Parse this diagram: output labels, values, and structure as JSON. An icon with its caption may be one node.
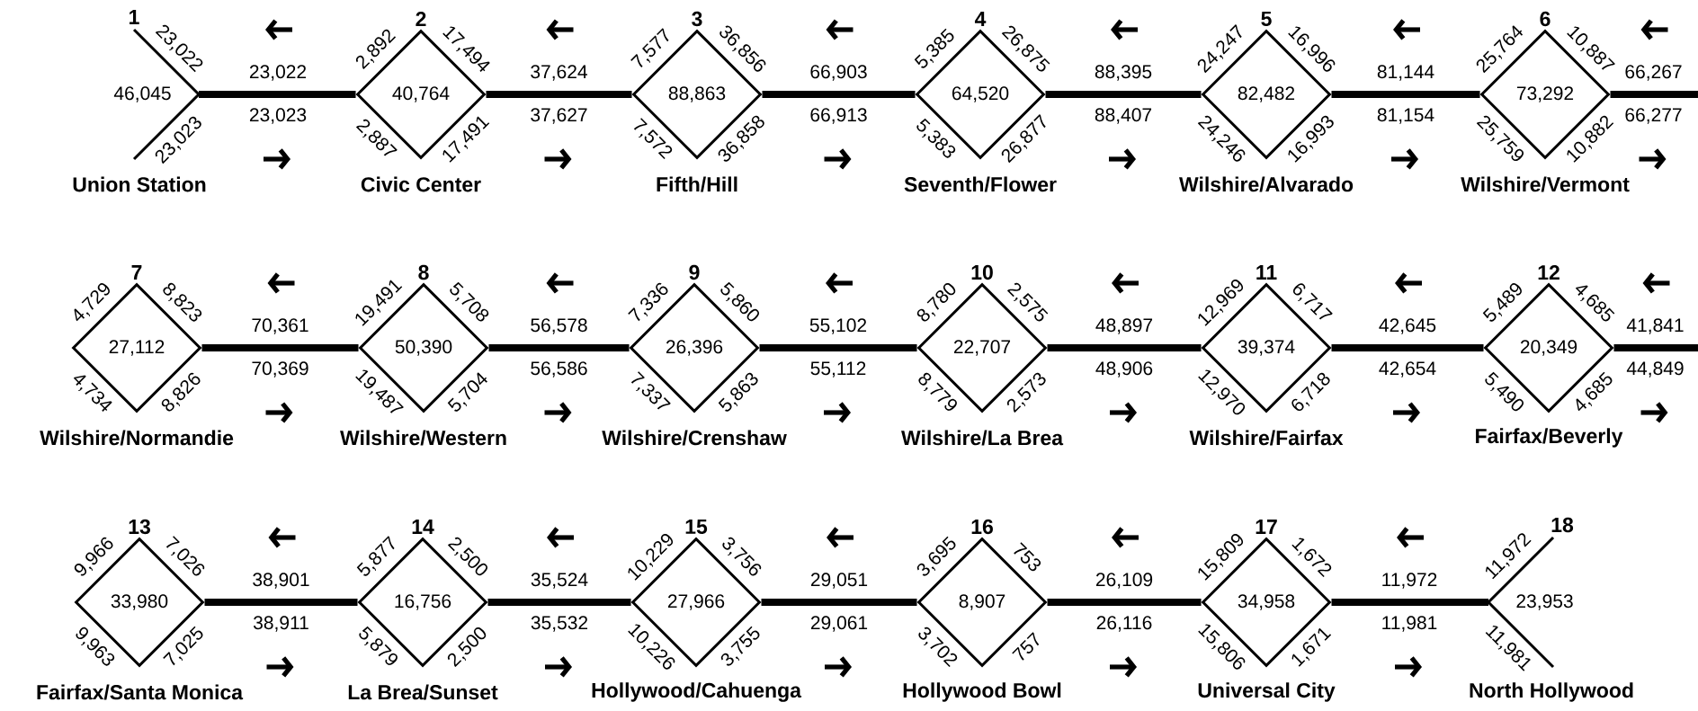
{
  "diagram": {
    "nodes": [
      {
        "text": [
          "46,045"
        ],
        "beside": [
          "1",
          "23,022",
          "23,023",
          "Union Station"
        ]
      },
      {
        "text": [
          "40,764"
        ],
        "beside": [
          "2",
          "2,892",
          "17,494",
          "2,887",
          "17,491",
          "Civic Center"
        ]
      },
      {
        "text": [
          "88,863"
        ],
        "beside": [
          "3",
          "7,577",
          "36,856",
          "7,572",
          "36,858",
          "Fifth/Hill"
        ]
      },
      {
        "text": [
          "64,520"
        ],
        "beside": [
          "4",
          "5,385",
          "26,875",
          "5,383",
          "26,877",
          "Seventh/Flower"
        ]
      },
      {
        "text": [
          "82,482"
        ],
        "beside": [
          "5",
          "24,247",
          "16,996",
          "24,246",
          "16,993",
          "Wilshire/Alvarado"
        ]
      },
      {
        "text": [
          "73,292"
        ],
        "beside": [
          "6",
          "25,764",
          "10,887",
          "25,759",
          "10,882",
          "Wilshire/Vermont"
        ]
      },
      {
        "text": [
          "27,112"
        ],
        "beside": [
          "7",
          "4,729",
          "8,823",
          "4,734",
          "8,826",
          "Wilshire/Normandie"
        ]
      },
      {
        "text": [
          "50,390"
        ],
        "beside": [
          "8",
          "19,491",
          "5,708",
          "19,487",
          "5,704",
          "Wilshire/Western"
        ]
      },
      {
        "text": [
          "26,396"
        ],
        "beside": [
          "9",
          "7,336",
          "5,860",
          "7,337",
          "5,863",
          "Wilshire/Crenshaw"
        ]
      },
      {
        "text": [
          "22,707"
        ],
        "beside": [
          "10",
          "8,780",
          "2,575",
          "8,779",
          "2,573",
          "Wilshire/La Brea"
        ]
      },
      {
        "text": [
          "39,374"
        ],
        "beside": [
          "11",
          "12,969",
          "6,717",
          "12,970",
          "6,718",
          "Wilshire/Fairfax"
        ]
      },
      {
        "text": [
          "20,349"
        ],
        "beside": [
          "12",
          "5,489",
          "4,685",
          "5,490",
          "4,685",
          "Fairfax/Beverly"
        ]
      },
      {
        "text": [
          "33,980"
        ],
        "beside": [
          "13",
          "9,966",
          "7,026",
          "9,963",
          "7,025",
          "Fairfax/Santa Monica"
        ]
      },
      {
        "text": [
          "16,756"
        ],
        "beside": [
          "14",
          "5,877",
          "2,500",
          "5,879",
          "2,500",
          "La Brea/Sunset"
        ]
      },
      {
        "text": [
          "27,966"
        ],
        "beside": [
          "15",
          "10,229",
          "3,756",
          "10,226",
          "3,755",
          "Hollywood/Cahuenga"
        ]
      },
      {
        "text": [
          "8,907"
        ],
        "beside": [
          "16",
          "3,695",
          "753",
          "3,702",
          "757",
          "Hollywood Bowl"
        ]
      },
      {
        "text": [
          "34,958"
        ],
        "beside": [
          "17",
          "15,809",
          "1,672",
          "15,806",
          "1,671",
          "Universal City"
        ]
      },
      {
        "text": [
          "23,953"
        ],
        "beside": [
          "18",
          "11,972",
          "11,981",
          "North Hollywood"
        ]
      }
    ],
    "edges": [
      {
        "from": 1,
        "to": 0,
        "arrow": "none",
        "label": "23,022"
      },
      {
        "from": 0,
        "to": 1,
        "arrow": "none",
        "label": "23,023"
      },
      {
        "from": 2,
        "to": 1,
        "arrow": "none",
        "label": "37,624"
      },
      {
        "from": 1,
        "to": 2,
        "arrow": "none",
        "label": "37,627"
      },
      {
        "from": 3,
        "to": 2,
        "arrow": "none",
        "label": "66,903"
      },
      {
        "from": 2,
        "to": 3,
        "arrow": "none",
        "label": "66,913"
      },
      {
        "from": 4,
        "to": 3,
        "arrow": "none",
        "label": "88,395"
      },
      {
        "from": 3,
        "to": 4,
        "arrow": "none",
        "label": "88,407"
      },
      {
        "from": 5,
        "to": 4,
        "arrow": "none",
        "label": "81,144"
      },
      {
        "from": 4,
        "to": 5,
        "arrow": "none",
        "label": "81,154"
      },
      {
        "from": null,
        "to": 5,
        "arrow": "none",
        "label": "66,267"
      },
      {
        "from": 5,
        "to": null,
        "arrow": "none",
        "label": "66,277"
      },
      {
        "from": 7,
        "to": 6,
        "arrow": "none",
        "label": "70,361"
      },
      {
        "from": 6,
        "to": 7,
        "arrow": "none",
        "label": "70,369"
      },
      {
        "from": 8,
        "to": 7,
        "arrow": "none",
        "label": "56,578"
      },
      {
        "from": 7,
        "to": 8,
        "arrow": "none",
        "label": "56,586"
      },
      {
        "from": 9,
        "to": 8,
        "arrow": "none",
        "label": "55,102"
      },
      {
        "from": 8,
        "to": 9,
        "arrow": "none",
        "label": "55,112"
      },
      {
        "from": 10,
        "to": 9,
        "arrow": "none",
        "label": "48,897"
      },
      {
        "from": 9,
        "to": 10,
        "arrow": "none",
        "label": "48,906"
      },
      {
        "from": 11,
        "to": 10,
        "arrow": "none",
        "label": "42,645"
      },
      {
        "from": 10,
        "to": 11,
        "arrow": "none",
        "label": "42,654"
      },
      {
        "from": null,
        "to": 11,
        "arrow": "none",
        "label": "41,841"
      },
      {
        "from": 11,
        "to": null,
        "arrow": "none",
        "label": "44,849"
      },
      {
        "from": 13,
        "to": 12,
        "arrow": "none",
        "label": "38,901"
      },
      {
        "from": 12,
        "to": 13,
        "arrow": "none",
        "label": "38,911"
      },
      {
        "from": 14,
        "to": 13,
        "arrow": "none",
        "label": "35,524"
      },
      {
        "from": 13,
        "to": 14,
        "arrow": "none",
        "label": "35,532"
      },
      {
        "from": 15,
        "to": 14,
        "arrow": "none",
        "label": "29,051"
      },
      {
        "from": 14,
        "to": 15,
        "arrow": "none",
        "label": "29,061"
      },
      {
        "from": 16,
        "to": 15,
        "arrow": "none",
        "label": "26,109"
      },
      {
        "from": 15,
        "to": 16,
        "arrow": "none",
        "label": "26,116"
      },
      {
        "from": 17,
        "to": 16,
        "arrow": "none",
        "label": "11,972"
      },
      {
        "from": 16,
        "to": 17,
        "arrow": "none",
        "label": "11,981"
      }
    ]
  }
}
